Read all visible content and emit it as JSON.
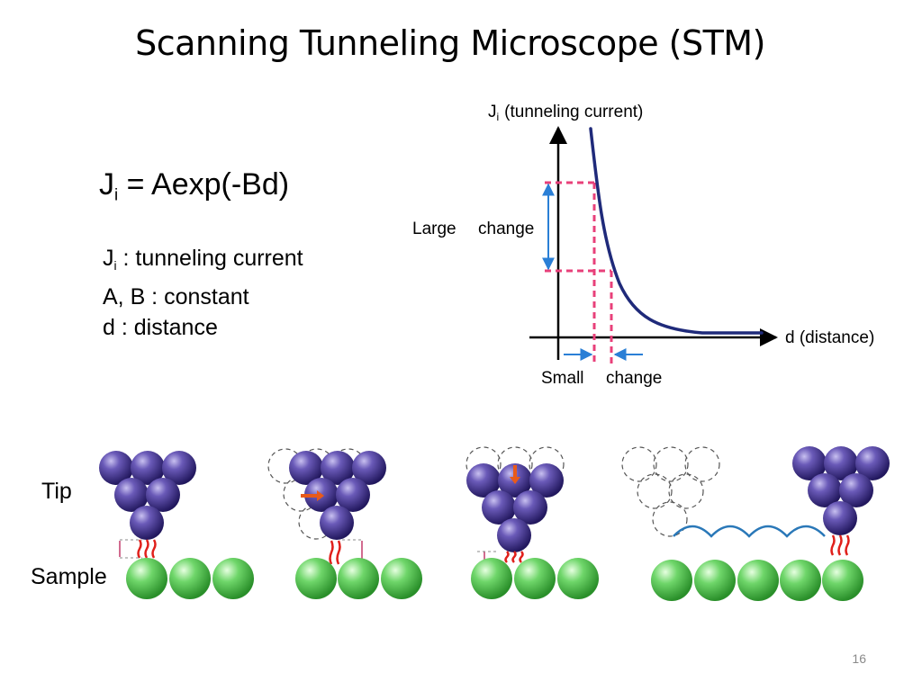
{
  "slide": {
    "title": "Scanning Tunneling Microscope (STM)",
    "page_number": "16"
  },
  "formula": {
    "lhs_symbol": "J",
    "lhs_sub": "i",
    "rhs": "= Aexp(-Bd)"
  },
  "definitions": [
    {
      "symbol": "J",
      "sub": "i",
      "text": " : tunneling current"
    },
    {
      "symbol": "",
      "sub": "",
      "text": "A, B : constant"
    },
    {
      "symbol": "",
      "sub": "",
      "text": "d : distance"
    }
  ],
  "graph": {
    "y_axis_symbol": "J",
    "y_axis_sub": "i",
    "y_axis_label": "(tunneling current)",
    "x_axis_label": "d (distance)",
    "large_change_label_1": "Large",
    "large_change_label_2": "change",
    "small_change_label_1": "Small",
    "small_change_label_2": "change"
  },
  "illustration": {
    "tip_label": "Tip",
    "sample_label": "Sample"
  },
  "colors": {
    "curve": "#1f2a7a",
    "dashed": "#e8407a",
    "arrow": "#2a7fd6",
    "tip_atom": "#4a3a9a",
    "sample_atom": "#3fb83f",
    "tunneling": "#e0201b",
    "hop_arc": "#2a78b8"
  }
}
